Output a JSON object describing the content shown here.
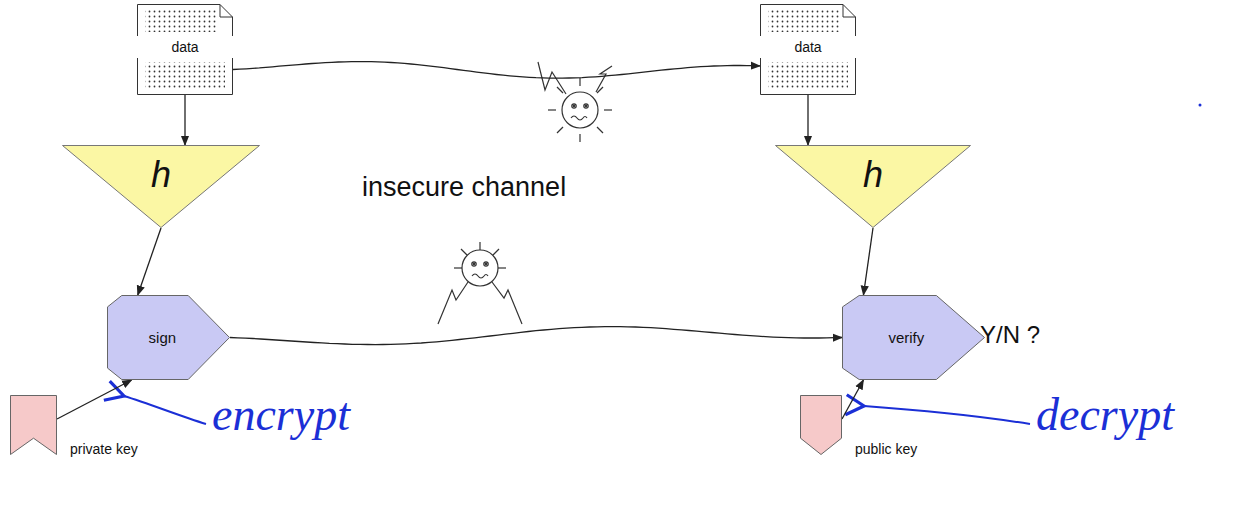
{
  "diagram": {
    "nodes": [
      {
        "text": [
          "data"
        ]
      },
      {
        "text": [
          "h"
        ]
      },
      {
        "text": [
          "sign"
        ]
      },
      {
        "text": [
          "private key"
        ]
      },
      {
        "text": [
          "data"
        ]
      },
      {
        "text": [
          "h"
        ]
      },
      {
        "text": [
          "verify"
        ]
      },
      {
        "text": [
          "public key"
        ]
      }
    ],
    "edges": [
      {
        "from": 0,
        "to": 1,
        "arrow": "to"
      },
      {
        "from": 1,
        "to": 2,
        "arrow": "to"
      },
      {
        "from": 3,
        "to": 2,
        "arrow": "to"
      },
      {
        "from": 0,
        "to": 4,
        "arrow": "to"
      },
      {
        "from": 2,
        "to": 6,
        "arrow": "to"
      },
      {
        "from": 4,
        "to": 5,
        "arrow": "to"
      },
      {
        "from": 5,
        "to": 6,
        "arrow": "to"
      },
      {
        "from": 7,
        "to": 6,
        "arrow": "to"
      }
    ],
    "labels": [
      "insecure channel",
      "Y/N ?",
      "encrypt",
      "decrypt"
    ]
  }
}
